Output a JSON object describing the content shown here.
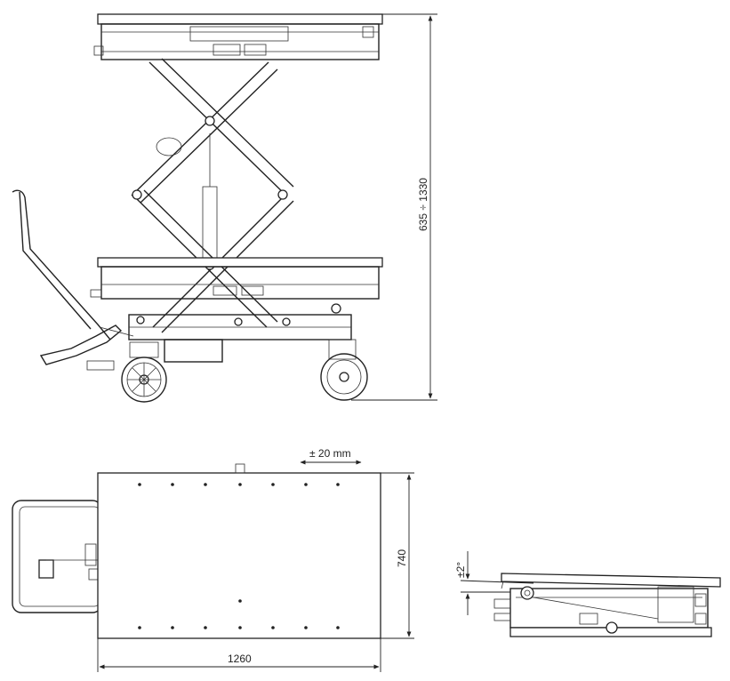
{
  "dimensions": {
    "height_range": "635 ÷ 1330",
    "shift": "± 20 mm",
    "width": "740",
    "length": "1260",
    "tilt": "±2°"
  }
}
